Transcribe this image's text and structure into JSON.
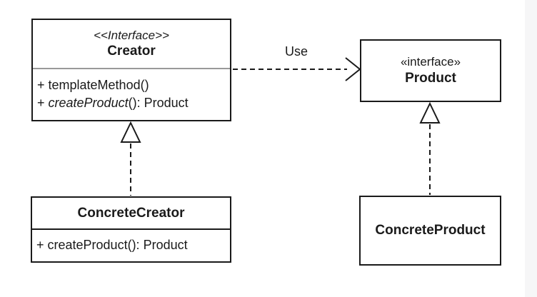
{
  "classes": {
    "creator": {
      "stereotype": "<<Interface>>",
      "name": "Creator",
      "method1": "+ templateMethod()",
      "method2_prefix": "+ ",
      "method2_name": "createProduct",
      "method2_suffix": "(): Product"
    },
    "product": {
      "stereotype": "«interface»",
      "name": "Product"
    },
    "concrete_creator": {
      "name": "ConcreteCreator",
      "method1": "+ createProduct(): Product"
    },
    "concrete_product": {
      "name": "ConcreteProduct"
    }
  },
  "relations": {
    "use_label": "Use"
  },
  "colors": {
    "line": "#1a1a1a",
    "box_border": "#1a1a1a",
    "creator_divider": "#999999",
    "background": "#ffffff",
    "right_strip": "#f6f6f7"
  }
}
